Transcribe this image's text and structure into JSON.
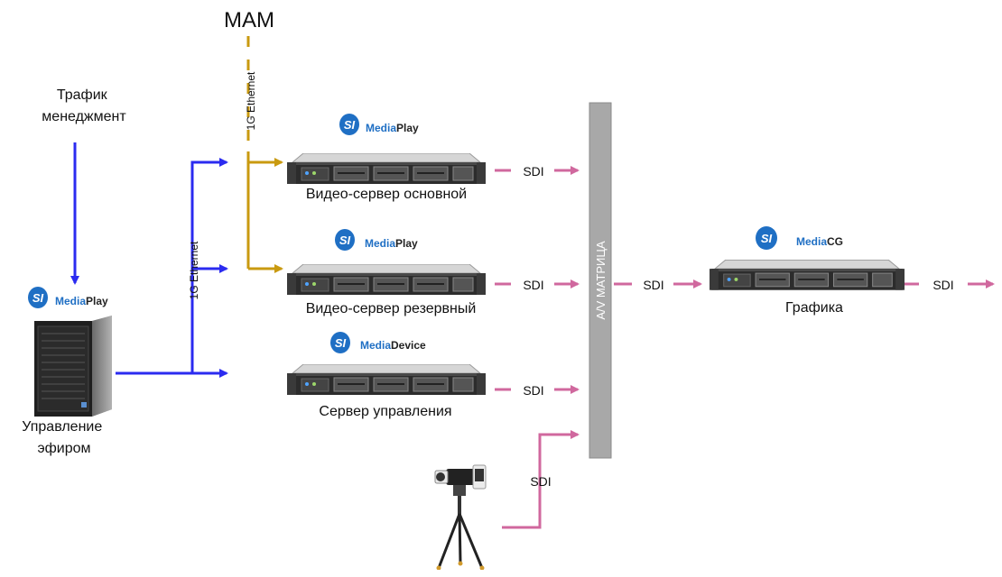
{
  "labels": {
    "mam": "MAM",
    "traffic": [
      "Трафик",
      "менеджмент"
    ],
    "control_station": [
      "Управление",
      "эфиром"
    ],
    "eth_vertical_top": "1G Ethernet",
    "eth_vertical_left": "1G Ethernet",
    "main_server": "Видео-сервер основной",
    "backup_server": "Видео-сервер резервный",
    "control_server": "Сервер управления",
    "graphics": "Графика",
    "matrix": "A/V  МАТРИЦА",
    "sdi": "SDI"
  },
  "logos": [
    {
      "mark": "SI",
      "brand": "Media",
      "product": "Play"
    },
    {
      "mark": "SI",
      "brand": "Media",
      "product": "Play"
    },
    {
      "mark": "SI",
      "brand": "Media",
      "product": "Device"
    },
    {
      "mark": "SI",
      "brand": "Media",
      "product": "CG"
    },
    {
      "mark": "SI",
      "brand": "Media",
      "product": "Play"
    }
  ],
  "colors": {
    "ethernet_blue": "#2b2bf0",
    "ethernet_gold": "#c99a10",
    "sdi_pink": "#d0689e",
    "matrix_gray": "#a8a8a8",
    "logo_blue": "#1f6fc4"
  },
  "icons": {
    "server": "rack-server-icon",
    "workstation": "tower-workstation-icon",
    "camera": "video-camera-tripod-icon"
  }
}
